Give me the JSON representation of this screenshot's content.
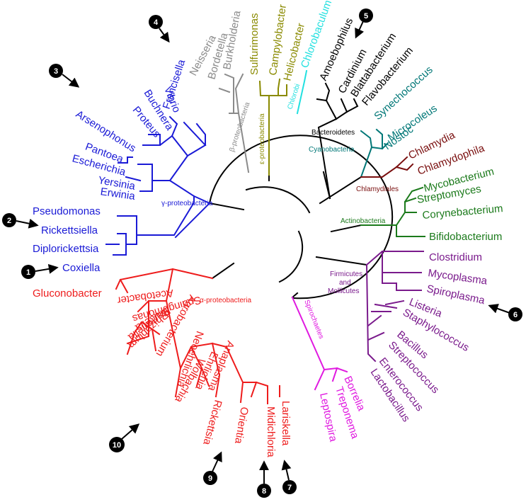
{
  "colors": {
    "gamma": "#1a1ad6",
    "beta": "#8a8a8a",
    "epsilon": "#8a8a00",
    "chlorobi": "#22e0e0",
    "bacteroidetes": "#000000",
    "cyanobacteria": "#007777",
    "chlamydiales": "#7a0f0f",
    "actinobacteria": "#1b7a1b",
    "firmicutes": "#7a1a8c",
    "spirochaetes": "#e01ae0",
    "alpha": "#ee1c1c",
    "root": "#000000"
  },
  "groups": {
    "gamma": "γ-proteobacteria",
    "beta": "β-proteobacteria",
    "epsilon": "ε-proteobacteria",
    "chlorobi": "Chlorobi",
    "bacteroidetes": "Bacteroidetes",
    "cyanobacteria": "Cyanobacteria",
    "chlamydiales": "Chlamydiales",
    "actinobacteria": "Actinobacteria",
    "firmicutes_1": "Firmicutes",
    "firmicutes_2": "and",
    "firmicutes_3": "Mollicutes",
    "spirochaetes": "Spirochaetes",
    "alpha": "α-proteobacteria"
  },
  "taxa": {
    "francisella": "Francisella",
    "neisseria": "Neisseria",
    "bordetella": "Bordetella",
    "burkholderia": "Burkholderia",
    "sulfurimonas": "Sulfurimonas",
    "campylobacter": "Campylobacter",
    "helicobacter": "Helicobacter",
    "chlorobaculum": "Chlorobaculum",
    "amoebophilus": "Amoebophilus",
    "cardinium": "Cardinium",
    "blattabacterium": "Blattabacterium",
    "flavobacterium": "Flavobacterium",
    "synechococcus": "Synechococcus",
    "microcoleus": "Microcoleus",
    "nostoc": "Nostoc",
    "chlamydia": "Chlamydia",
    "chlamydophila": "Chlamydophila",
    "mycobacterium": "Mycobacterium",
    "streptomyces": "Streptomyces",
    "corynebacterium": "Corynebacterium",
    "bifidobacterium": "Bifidobacterium",
    "clostridium": "Clostridium",
    "mycoplasma": "Mycoplasma",
    "spiroplasma": "Spiroplasma",
    "listeria": "Listeria",
    "staphylococcus": "Staphylococcus",
    "bacillus": "Bacillus",
    "streptococcus": "Streptococcus",
    "enterococcus": "Enterococcus",
    "lactobacillus": "Lactobacillus",
    "borrelia": "Borrelia",
    "treponema": "Treponema",
    "leptospira": "Leptospira",
    "lariskella": "Lariskella",
    "midichloria": "Midichloria",
    "orientia": "Orientia",
    "rickettsia": "Rickettsia",
    "anaplasma": "Anaplasma",
    "ehrlichia": "Ehrlichia",
    "neoehrlichia": "Neoehrlichia",
    "wolbachia": "Wolbachia",
    "agrobacterium": "Agrobacterium",
    "rhizobium": "Rhizobium",
    "bartonella": "Bartonella",
    "brucella": "Brucella",
    "sphingomonas": "Sphingomonas",
    "acetobacter": "Acetobacter",
    "gluconobacter": "Gluconobacter",
    "coxiella": "Coxiella",
    "diplorickettsia": "Diplorickettsia",
    "rickettsiella": "Rickettsiella",
    "pseudomonas": "Pseudomonas",
    "erwinia": "Erwinia",
    "yersinia": "Yersinia",
    "escherichia": "Escherichia",
    "pantoea": "Pantoea",
    "arsenophonus": "Arsenophonus",
    "proteus": "Proteus",
    "buchnera": "Buchnera",
    "vibrio": "Vibrio"
  },
  "markers": {
    "m1": "1",
    "m2": "2",
    "m3": "3",
    "m4": "4",
    "m5": "5",
    "m6": "6",
    "m7": "7",
    "m8": "8",
    "m9": "9",
    "m10": "10"
  }
}
